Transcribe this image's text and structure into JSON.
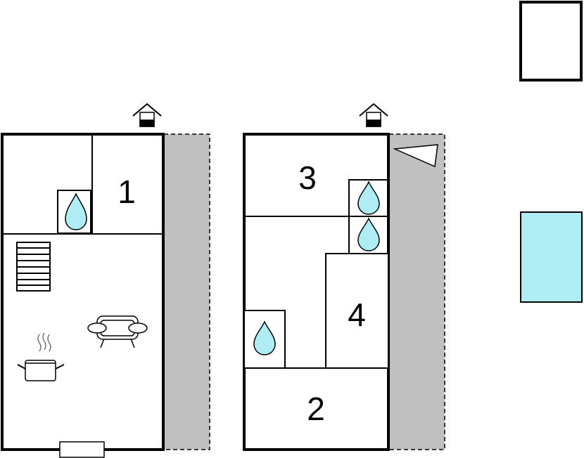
{
  "floor_plan": {
    "colors": {
      "wall": "#000000",
      "terrace": "#c0c0c0",
      "water": "#aeeef3",
      "pool": "#aeeef3",
      "background": "#ffffff"
    },
    "floor_left": {
      "room_labels": [
        "1"
      ],
      "icons": [
        "house-entrance-icon",
        "water-drop-icon",
        "stairs-icon",
        "sofa-icon",
        "cooking-pot-icon",
        "window-icon"
      ]
    },
    "floor_right": {
      "room_labels": [
        "3",
        "4",
        "2"
      ],
      "icons": [
        "house-entrance-icon",
        "water-drop-icon",
        "water-drop-icon",
        "water-drop-icon",
        "triangle-marker-icon"
      ]
    },
    "legend": {
      "icons": [
        "building-outline-icon",
        "pool-icon"
      ]
    }
  }
}
